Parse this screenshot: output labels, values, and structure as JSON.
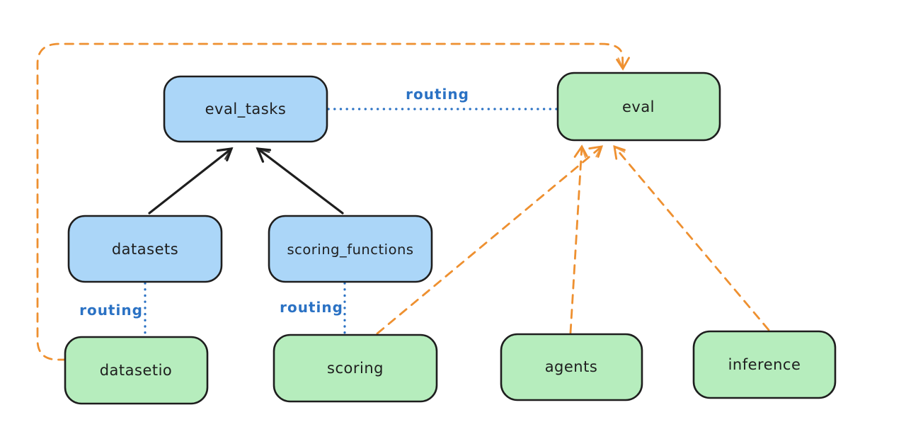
{
  "diagram": {
    "kind": "architecture-diagram",
    "nodes": {
      "eval_tasks": {
        "label": "eval_tasks",
        "fill": "#abd6f8",
        "role": "api"
      },
      "eval": {
        "label": "eval",
        "fill": "#b6edbd",
        "role": "provider"
      },
      "datasets": {
        "label": "datasets",
        "fill": "#abd6f8",
        "role": "api"
      },
      "scoring_functions": {
        "label": "scoring_functions",
        "fill": "#abd6f8",
        "role": "api"
      },
      "datasetio": {
        "label": "datasetio",
        "fill": "#b6edbd",
        "role": "provider"
      },
      "scoring": {
        "label": "scoring",
        "fill": "#b6edbd",
        "role": "provider"
      },
      "agents": {
        "label": "agents",
        "fill": "#b6edbd",
        "role": "provider"
      },
      "inference": {
        "label": "inference",
        "fill": "#b6edbd",
        "role": "provider"
      }
    },
    "edges": [
      {
        "from": "datasets",
        "to": "eval_tasks",
        "type": "solid-arrow",
        "label": ""
      },
      {
        "from": "scoring_functions",
        "to": "eval_tasks",
        "type": "solid-arrow",
        "label": ""
      },
      {
        "from": "eval_tasks",
        "to": "eval",
        "type": "dotted-line",
        "label": "routing"
      },
      {
        "from": "datasets",
        "to": "datasetio",
        "type": "dotted-line",
        "label": "routing"
      },
      {
        "from": "scoring_functions",
        "to": "scoring",
        "type": "dotted-line",
        "label": "routing"
      },
      {
        "from": "datasetio",
        "to": "eval",
        "type": "dashed-arrow",
        "label": ""
      },
      {
        "from": "scoring",
        "to": "eval",
        "type": "dashed-arrow",
        "label": ""
      },
      {
        "from": "agents",
        "to": "eval",
        "type": "dashed-arrow",
        "label": ""
      },
      {
        "from": "inference",
        "to": "eval",
        "type": "dashed-arrow",
        "label": ""
      }
    ],
    "colors": {
      "background": "#ffffff",
      "api_box_fill": "#abd6f8",
      "provider_box_fill": "#b6edbd",
      "box_stroke": "#1e1e1e",
      "solid_arrow": "#1e1e1e",
      "routing_blue": "#2b72c4",
      "dashed_orange": "#ee9030"
    }
  }
}
